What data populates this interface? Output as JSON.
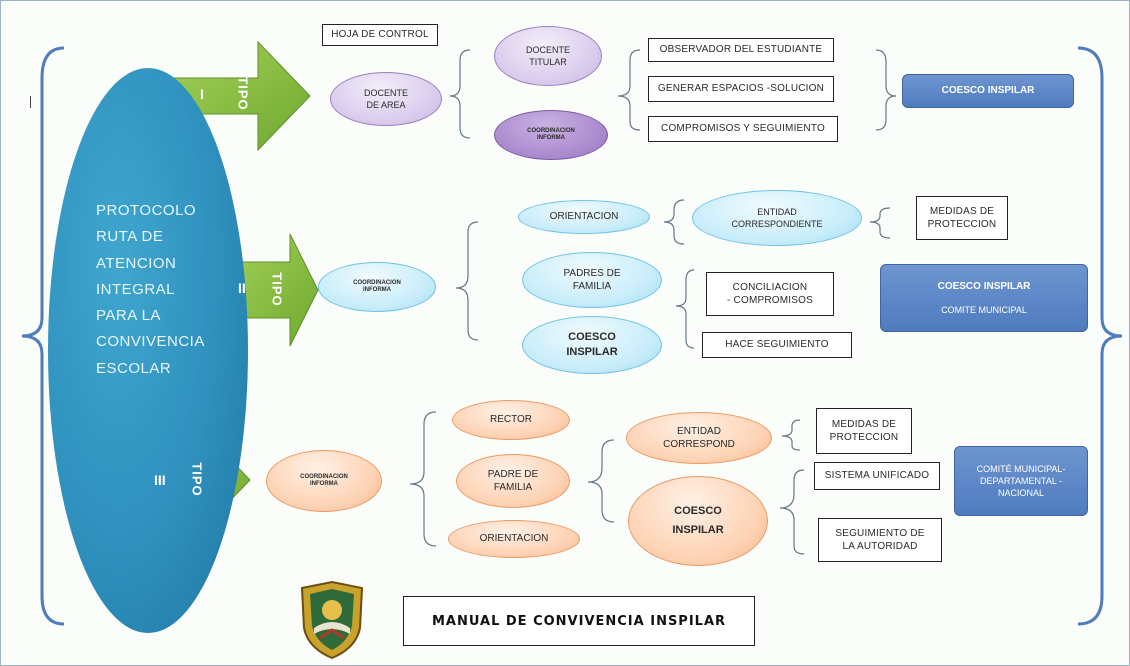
{
  "ruta": {
    "lines": [
      "PROTOCOLO",
      "RUTA DE",
      "ATENCION",
      "INTEGRAL",
      "PARA LA",
      "CONVIVENCIA",
      "ESCOLAR"
    ]
  },
  "tipos": [
    {
      "word": "TIPO",
      "numeral": "I"
    },
    {
      "word": "TIPO",
      "numeral": "II"
    },
    {
      "word": "TIPO",
      "numeral": "III"
    }
  ],
  "tipo1": {
    "hoja": "HOJA DE CONTROL",
    "docente_area": [
      "DOCENTE",
      "DE AREA"
    ],
    "docente_titular": [
      "DOCENTE",
      "TITULAR"
    ],
    "coordinacion": [
      "COORDINACION",
      "INFORMA"
    ],
    "acciones": [
      "OBSERVADOR DEL ESTUDIANTE",
      "GENERAR ESPACIOS -SOLUCION",
      "COMPROMISOS Y SEGUIMIENTO"
    ],
    "resultado": "COESCO INSPILAR"
  },
  "tipo2": {
    "coordinacion": [
      "COORDINACION",
      "INFORMA"
    ],
    "orientacion": "ORIENTACION",
    "entidad": [
      "ENTIDAD",
      "CORRESPONDIENTE"
    ],
    "medidas": [
      "MEDIDAS DE",
      "PROTECCION"
    ],
    "padres": [
      "PADRES DE",
      "FAMILIA"
    ],
    "coesco": [
      "COESCO",
      "INSPILAR"
    ],
    "conciliacion": [
      "CONCILIACION",
      "- COMPROMISOS"
    ],
    "seguimiento": "HACE SEGUIMIENTO",
    "resultado": [
      "COESCO INSPILAR",
      "COMITE  MUNICIPAL"
    ]
  },
  "tipo3": {
    "coordinacion": [
      "COORDINACION",
      "INFORMA"
    ],
    "rector": "RECTOR",
    "padre": [
      "PADRE DE",
      "FAMILIA"
    ],
    "orientacion": "ORIENTACION",
    "entidad": [
      "ENTIDAD",
      "CORRESPOND"
    ],
    "coesco": [
      "COESCO",
      "INSPILAR"
    ],
    "medidas": [
      "MEDIDAS DE",
      "PROTECCION"
    ],
    "sistema": "SISTEMA UNIFICADO",
    "seguimiento": [
      "SEGUIMIENTO DE",
      "LA AUTORIDAD"
    ],
    "resultado": [
      "COMITÉ MUNICIPAL-",
      "DEPARTAMENTAL -",
      "NACIONAL"
    ]
  },
  "footer": {
    "manual": "MANUAL DE CONVIVENCIA INSPILAR",
    "logo_icon": "school-crest-icon"
  },
  "colors": {
    "ellipse": "#2f90bd",
    "arrow": "#8cc63f",
    "brace": "#4f7bbf",
    "purple": "#d8c8ec",
    "cyan": "#c6ecfa",
    "orange": "#fdd2b3",
    "result_box": "#4f7bbf"
  }
}
